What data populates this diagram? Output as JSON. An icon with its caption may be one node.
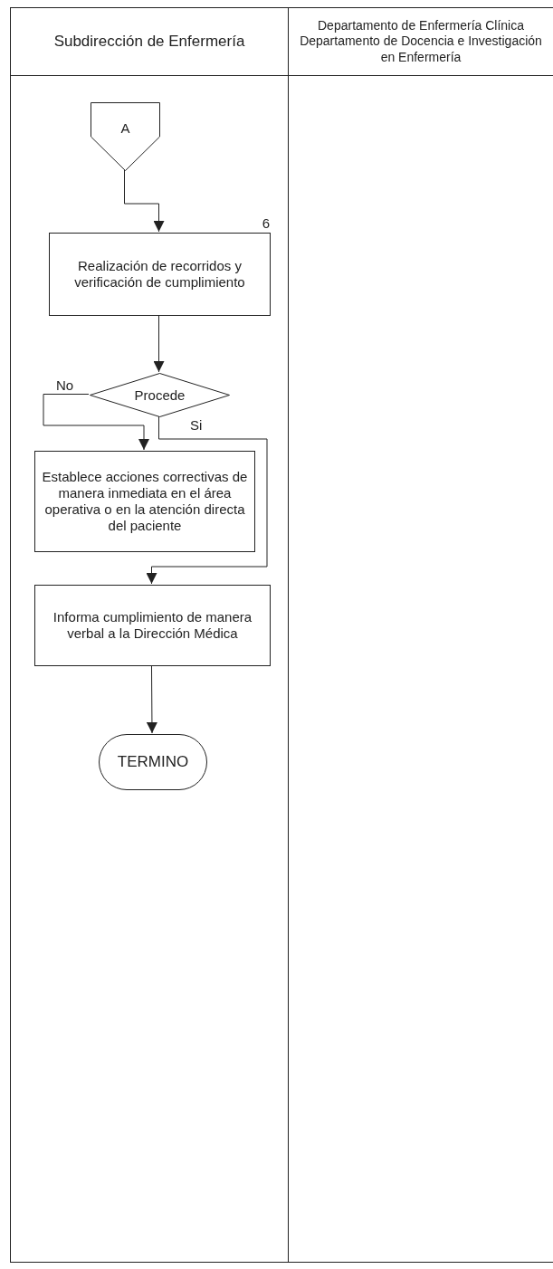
{
  "diagram": {
    "nodes": [
      {
        "text": [
          "Subdirección de Enfermería"
        ]
      },
      {
        "text": [
          "Departamento de Enfermería Clínica Departamento de Docencia e Investigación en Enfermería"
        ]
      },
      {
        "text": [
          "A"
        ],
        "in": 0
      },
      {
        "text": [
          "Realización de recorridos y verificación de cumplimiento"
        ],
        "in": 0,
        "beside": [
          "6"
        ]
      },
      {
        "text": [
          "Procede"
        ],
        "in": 0
      },
      {
        "text": [
          "Establece acciones correctivas de manera inmediata en el área operativa o en la atención directa del paciente"
        ],
        "in": 0
      },
      {
        "text": [
          "Informa cumplimiento de manera verbal a la Dirección Médica"
        ],
        "in": 0
      },
      {
        "text": [
          "TERMINO"
        ],
        "in": 0
      }
    ],
    "edges": [
      {
        "from": 2,
        "to": 3,
        "arrow": "to"
      },
      {
        "from": 3,
        "to": 4,
        "arrow": "to"
      },
      {
        "from": 4,
        "to": 5,
        "arrow": "to",
        "label": "No"
      },
      {
        "from": 4,
        "to": 6,
        "arrow": "to",
        "label": "Si"
      },
      {
        "from": 6,
        "to": 7,
        "arrow": "to"
      }
    ]
  }
}
